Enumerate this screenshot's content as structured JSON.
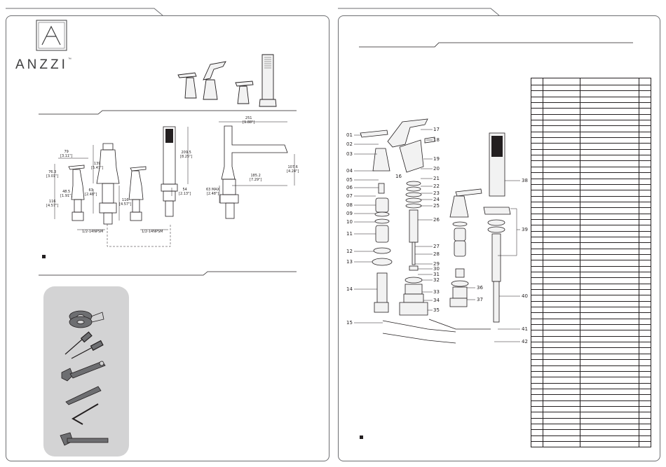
{
  "brand": {
    "name": "ANZZI",
    "trademark": "™"
  },
  "left_dimensions": {
    "a": "79\n[3.11\"]",
    "b": "139\n[5.47\"]",
    "c": "76.3\n[3.01\"]",
    "d": "63\n[2.48\"]",
    "e": "48.5\n[1.91\"]",
    "f": "116\n[4.57\"]",
    "g": "116\n[4.57\"]",
    "h": "209.5\n[8.25\"]",
    "i": "54\n[2.13\"]",
    "j": "1/2-14NPSM",
    "k": "1/2-14NPSM",
    "l": "251\n[9.88\"]",
    "m": "185.2\n[7.29\"]",
    "n": "107.6\n[4.24\"]",
    "o": "63 MAX\n[2.48\"]"
  },
  "part_numbers_left": [
    "01",
    "02",
    "03",
    "04",
    "05",
    "06",
    "07",
    "08",
    "09",
    "10",
    "11",
    "12",
    "13",
    "14",
    "15"
  ],
  "part_numbers_center": [
    "16",
    "17",
    "18",
    "19",
    "20",
    "21",
    "22",
    "23",
    "24",
    "25",
    "26",
    "27",
    "28",
    "29",
    "30",
    "31",
    "32",
    "33",
    "34",
    "35"
  ],
  "part_numbers_right": [
    "36",
    "37",
    "38",
    "39",
    "40",
    "41",
    "42"
  ],
  "tools": [
    "tape-icon",
    "screwdrivers-icon",
    "adjustable-wrench-icon",
    "drill-bit-icon",
    "hex-key-icon",
    "pipe-wrench-icon"
  ],
  "colors": {
    "line": "#231f20",
    "frame": "#6d6e71",
    "tool_panel": "#d3d3d4"
  }
}
